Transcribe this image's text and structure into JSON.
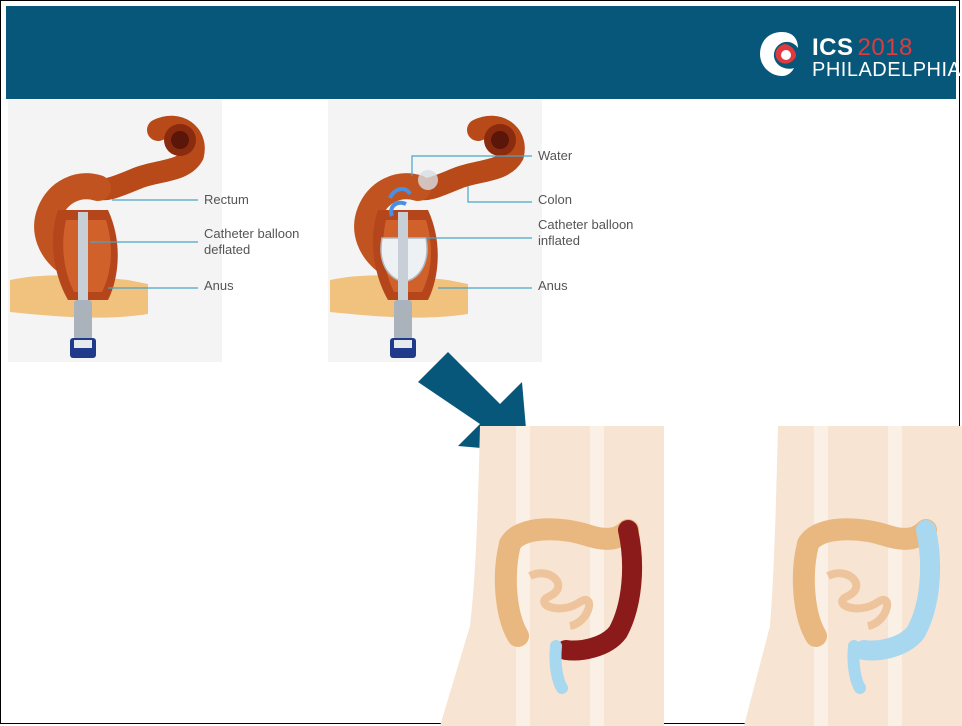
{
  "logo": {
    "brand": "ICS",
    "year": "2018",
    "city": "PHILADELPHIA"
  },
  "diagram1": {
    "labels": {
      "rectum": "Rectum",
      "catheter_line1": "Catheter balloon",
      "catheter_line2": "deflated",
      "anus": "Anus"
    }
  },
  "diagram2": {
    "labels": {
      "water": "Water",
      "colon": "Colon",
      "catheter_line1": "Catheter balloon",
      "catheter_line2": "inflated",
      "anus": "Anus"
    }
  },
  "colors": {
    "header": "#06577a",
    "arrow": "#06577a",
    "logo_accent": "#e03a3e",
    "stool": "#8b1a1a",
    "water": "#a8d8ef",
    "skin": "#f5dcc4",
    "colon": "#e9b880"
  }
}
